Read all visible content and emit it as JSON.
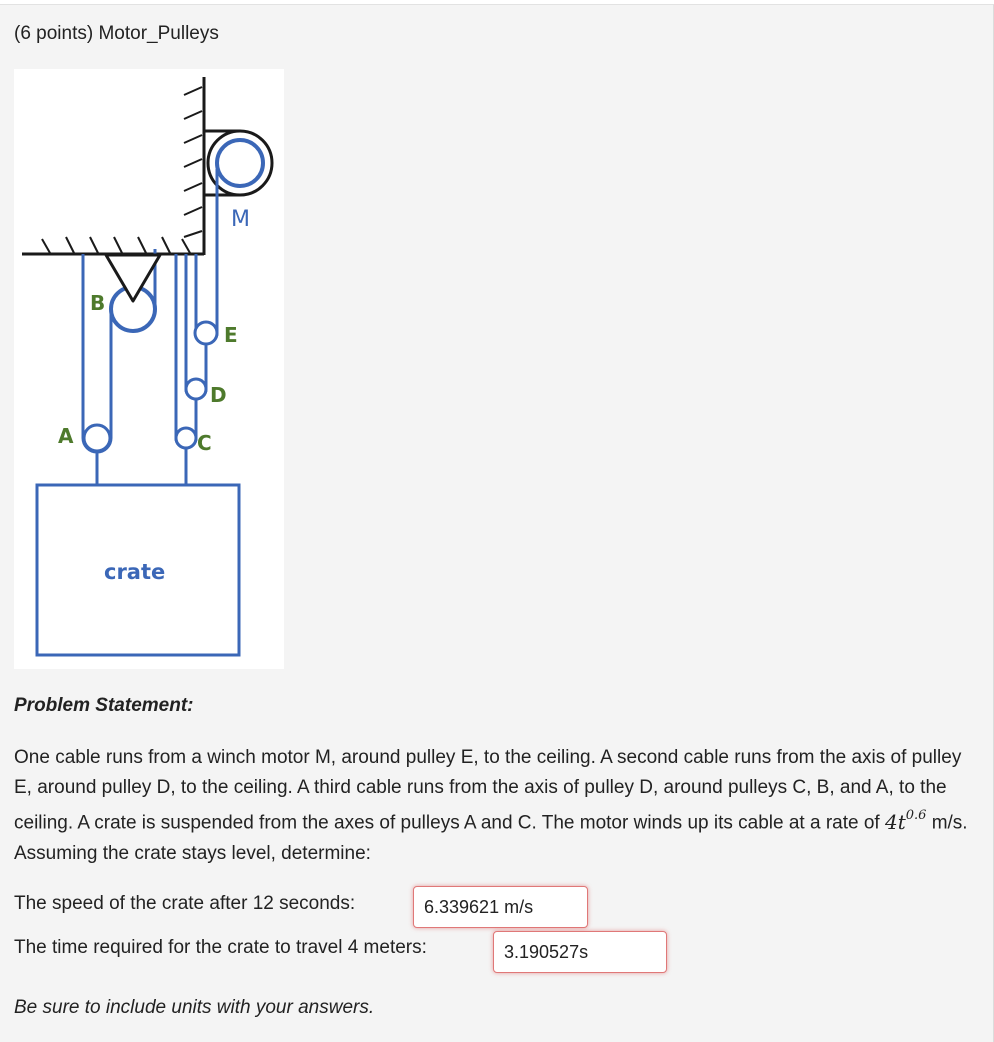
{
  "problem": {
    "title": "(6 points) Motor_Pulleys",
    "statement_heading": "Problem Statement:",
    "statement_before_math": "One cable runs from a winch motor M, around pulley E, to the ceiling. A second cable runs from the axis of pulley E, around pulley D, to the ceiling. A third cable runs from the axis of pulley D, around pulleys C, B, and A, to the ceiling. A crate is suspended from the axes of pulleys A and C. The motor winds up its cable at a rate of",
    "rate_coefficient": "4t",
    "rate_exponent": "0.6",
    "statement_after_math": "m/s. Assuming the crate stays level, determine:",
    "note": "Be sure to include units with your answers."
  },
  "figure": {
    "labels": {
      "motor": "M",
      "pulley_a": "A",
      "pulley_b": "B",
      "pulley_c": "C",
      "pulley_d": "D",
      "pulley_e": "E",
      "crate": "crate"
    },
    "colors": {
      "cable": "#3b67b7",
      "pulley_label": "#4e7a2c",
      "motor_label": "#3b67b7",
      "crate_label": "#3b67b7",
      "structure": "#1a1a1a"
    }
  },
  "questions": [
    {
      "label": "The speed of the crate after 12 seconds:",
      "answer": "6.339621 m/s"
    },
    {
      "label": "The time required for the crate to travel 4 meters:",
      "answer": "3.190527s"
    }
  ]
}
